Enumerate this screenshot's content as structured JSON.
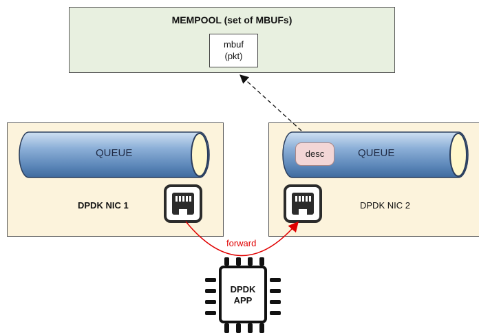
{
  "mempool": {
    "title": "MEMPOOL (set of MBUFs)",
    "mbuf_line1": "mbuf",
    "mbuf_line2": "(pkt)"
  },
  "nic1": {
    "queue_label": "QUEUE",
    "name": "DPDK NIC 1"
  },
  "nic2": {
    "queue_label": "QUEUE",
    "desc_label": "desc",
    "name": "DPDK NIC 2"
  },
  "arrow": {
    "label": "forward",
    "color": "#e00000"
  },
  "app": {
    "line1": "DPDK",
    "line2": "APP"
  },
  "colors": {
    "mempool_fill": "#e8f0e0",
    "nic_fill": "#fcf3dc",
    "queue_blue": "#5b86b8",
    "desc_fill": "#f3d6d6"
  },
  "icons": [
    "ethernet-port-icon",
    "cpu-chip-icon"
  ]
}
